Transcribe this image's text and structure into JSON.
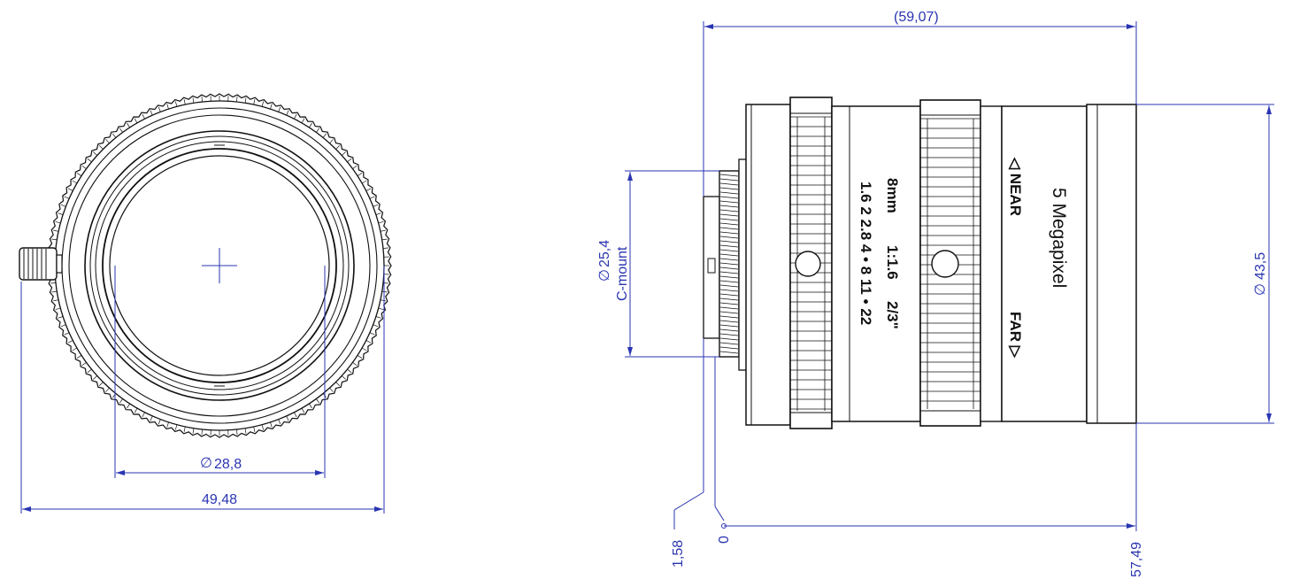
{
  "colors": {
    "dimension": "#2a35b0",
    "outline": "#111111",
    "background": "#ffffff"
  },
  "front_view": {
    "inner_diameter": "28,8",
    "outer_diameter": "49,48",
    "diameter_symbol": "∅"
  },
  "side_view": {
    "overall_length": "(59,07)",
    "flange_offset": "1,58",
    "zero_ref": "0",
    "body_length": "57,49",
    "mount_diameter": "25,4",
    "mount_type": "C-mount",
    "body_diameter": "43,5",
    "diameter_symbol": "∅"
  },
  "lens_markings": {
    "focal": "8mm",
    "ratio": "1:1.6",
    "format": "2/3\"",
    "f_stops": "1.6 2 2.8 4 • 8 11 • 22",
    "near": "◁ NEAR",
    "far": "FAR ▷",
    "brand": "5 Megapixel"
  }
}
